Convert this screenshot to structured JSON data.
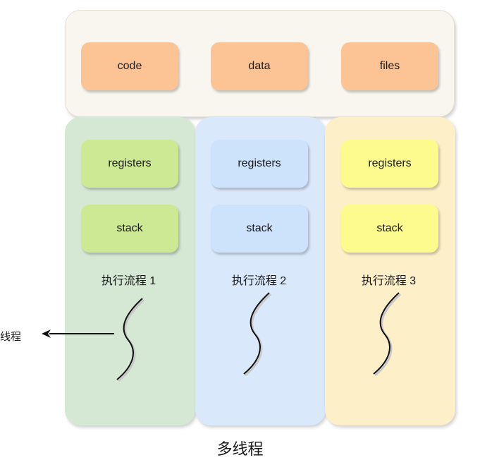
{
  "shared": {
    "boxes": [
      "code",
      "data",
      "files"
    ]
  },
  "threads": [
    {
      "registers": "registers",
      "stack": "stack",
      "label": "执行流程 1"
    },
    {
      "registers": "registers",
      "stack": "stack",
      "label": "执行流程 2"
    },
    {
      "registers": "registers",
      "stack": "stack",
      "label": "执行流程 3"
    }
  ],
  "side_label": "线程",
  "caption": "多线程",
  "colors": {
    "shared_box": "#fcc494",
    "thread_1": "#d5e8d4",
    "thread_2": "#dae8fc",
    "thread_3": "#fdefc8",
    "thread_1_box": "#cde993",
    "thread_2_box": "#cce3fb",
    "thread_3_box": "#fdfb8d"
  }
}
